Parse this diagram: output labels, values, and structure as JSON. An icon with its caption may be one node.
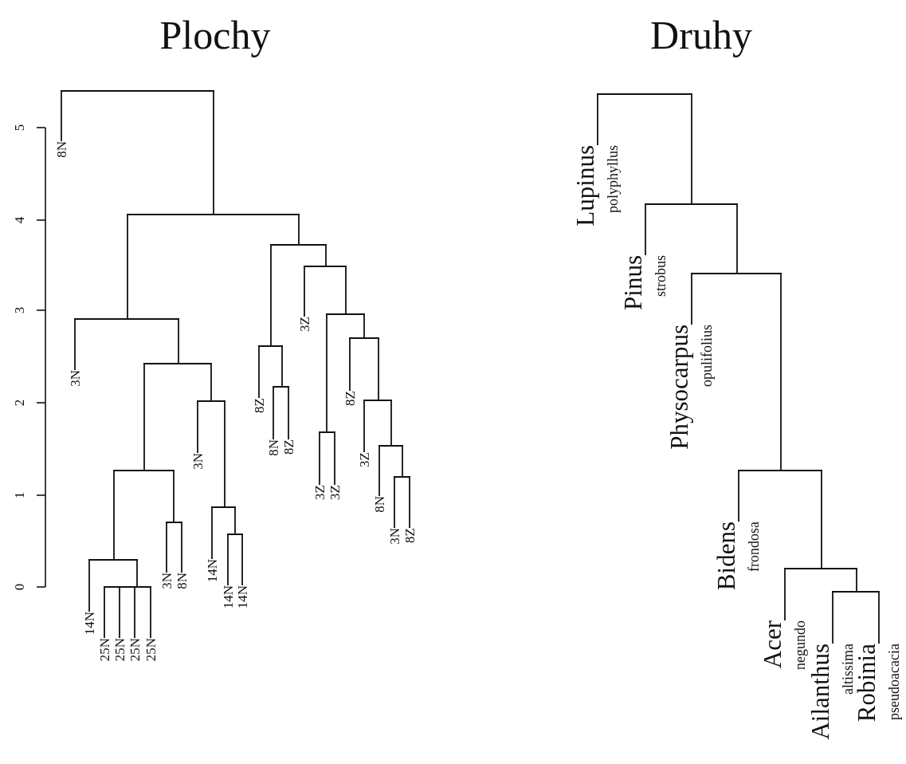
{
  "diagram": {
    "nodes": [
      {
        "text": [
          "8N"
        ]
      },
      {
        "text": [
          "3N"
        ]
      },
      {
        "text": [
          "14N"
        ]
      },
      {
        "text": [
          "25N"
        ]
      },
      {
        "text": [
          "25N"
        ]
      },
      {
        "text": [
          "25N"
        ]
      },
      {
        "text": [
          "25N"
        ]
      },
      {
        "text": [
          "3N"
        ]
      },
      {
        "text": [
          "8N"
        ]
      },
      {
        "text": [
          "3N"
        ]
      },
      {
        "text": [
          "14N"
        ]
      },
      {
        "text": [
          "14N"
        ]
      },
      {
        "text": [
          "14N"
        ]
      },
      {
        "text": [
          "8Z"
        ]
      },
      {
        "text": [
          "8N"
        ]
      },
      {
        "text": [
          "8Z"
        ]
      },
      {
        "text": [
          "3Z"
        ]
      },
      {
        "text": [
          "3Z"
        ]
      },
      {
        "text": [
          "3Z"
        ]
      },
      {
        "text": [
          "8Z"
        ]
      },
      {
        "text": [
          "3Z"
        ]
      },
      {
        "text": [
          "8N"
        ]
      },
      {
        "text": [
          "3N"
        ]
      },
      {
        "text": [
          "8Z"
        ]
      },
      {
        "text": [],
        "shape": "bar"
      },
      {
        "text": [],
        "shape": "bar"
      },
      {
        "text": [],
        "shape": "bar"
      },
      {
        "text": [],
        "shape": "bar"
      },
      {
        "text": [],
        "shape": "bar"
      },
      {
        "text": [],
        "shape": "bar"
      },
      {
        "text": [],
        "shape": "bar"
      },
      {
        "text": [],
        "shape": "bar"
      },
      {
        "text": [],
        "shape": "bar"
      },
      {
        "text": [],
        "shape": "bar"
      },
      {
        "text": [],
        "shape": "bar"
      },
      {
        "text": [],
        "shape": "bar"
      },
      {
        "text": [],
        "shape": "bar"
      },
      {
        "text": [],
        "shape": "bar"
      },
      {
        "text": [],
        "shape": "bar"
      },
      {
        "text": [],
        "shape": "bar"
      },
      {
        "text": [],
        "shape": "bar"
      },
      {
        "text": [],
        "shape": "bar"
      },
      {
        "text": [],
        "shape": "bar"
      },
      {
        "text": [],
        "shape": "bar"
      },
      {
        "text": [],
        "shape": "bar"
      },
      {
        "text": [
          "Lupinus",
          "polyphyllus"
        ]
      },
      {
        "text": [
          "Pinus",
          "strobus"
        ]
      },
      {
        "text": [
          "Physocarpus",
          "opulifolius"
        ]
      },
      {
        "text": [
          "Bidens",
          "frondosa"
        ]
      },
      {
        "text": [
          "Acer",
          "negundo"
        ]
      },
      {
        "text": [
          "Ailanthus",
          "altissima"
        ]
      },
      {
        "text": [
          "Robinia",
          "pseudoacacia"
        ]
      },
      {
        "text": [],
        "shape": "bar"
      },
      {
        "text": [],
        "shape": "bar"
      },
      {
        "text": [],
        "shape": "bar"
      },
      {
        "text": [],
        "shape": "bar"
      },
      {
        "text": [],
        "shape": "bar"
      },
      {
        "text": [],
        "shape": "bar"
      }
    ],
    "edges": [
      {
        "from": 24,
        "to": 0,
        "arrow": "none"
      },
      {
        "from": 24,
        "to": 25,
        "arrow": "none"
      },
      {
        "from": 25,
        "to": 29,
        "arrow": "none"
      },
      {
        "from": 25,
        "to": 26,
        "arrow": "none"
      },
      {
        "from": 26,
        "to": 31,
        "arrow": "none"
      },
      {
        "from": 26,
        "to": 27,
        "arrow": "none"
      },
      {
        "from": 27,
        "to": 16,
        "arrow": "none"
      },
      {
        "from": 27,
        "to": 28,
        "arrow": "none"
      },
      {
        "from": 28,
        "to": 36,
        "arrow": "none"
      },
      {
        "from": 28,
        "to": 30,
        "arrow": "none"
      },
      {
        "from": 29,
        "to": 1,
        "arrow": "none"
      },
      {
        "from": 29,
        "to": 32,
        "arrow": "none"
      },
      {
        "from": 30,
        "to": 19,
        "arrow": "none"
      },
      {
        "from": 30,
        "to": 34,
        "arrow": "none"
      },
      {
        "from": 31,
        "to": 13,
        "arrow": "none"
      },
      {
        "from": 31,
        "to": 33,
        "arrow": "none"
      },
      {
        "from": 32,
        "to": 38,
        "arrow": "none"
      },
      {
        "from": 32,
        "to": 35,
        "arrow": "none"
      },
      {
        "from": 33,
        "to": 14,
        "arrow": "none"
      },
      {
        "from": 33,
        "to": 15,
        "arrow": "none"
      },
      {
        "from": 34,
        "to": 20,
        "arrow": "none"
      },
      {
        "from": 34,
        "to": 37,
        "arrow": "none"
      },
      {
        "from": 35,
        "to": 9,
        "arrow": "none"
      },
      {
        "from": 35,
        "to": 40,
        "arrow": "none"
      },
      {
        "from": 36,
        "to": 17,
        "arrow": "none"
      },
      {
        "from": 36,
        "to": 18,
        "arrow": "none"
      },
      {
        "from": 37,
        "to": 21,
        "arrow": "none"
      },
      {
        "from": 37,
        "to": 39,
        "arrow": "none"
      },
      {
        "from": 38,
        "to": 43,
        "arrow": "none"
      },
      {
        "from": 38,
        "to": 41,
        "arrow": "none"
      },
      {
        "from": 39,
        "to": 22,
        "arrow": "none"
      },
      {
        "from": 39,
        "to": 23,
        "arrow": "none"
      },
      {
        "from": 40,
        "to": 10,
        "arrow": "none"
      },
      {
        "from": 40,
        "to": 42,
        "arrow": "none"
      },
      {
        "from": 41,
        "to": 7,
        "arrow": "none"
      },
      {
        "from": 41,
        "to": 8,
        "arrow": "none"
      },
      {
        "from": 42,
        "to": 11,
        "arrow": "none"
      },
      {
        "from": 42,
        "to": 12,
        "arrow": "none"
      },
      {
        "from": 43,
        "to": 2,
        "arrow": "none"
      },
      {
        "from": 43,
        "to": 44,
        "arrow": "none"
      },
      {
        "from": 44,
        "to": 3,
        "arrow": "none"
      },
      {
        "from": 44,
        "to": 4,
        "arrow": "none"
      },
      {
        "from": 44,
        "to": 5,
        "arrow": "none"
      },
      {
        "from": 44,
        "to": 6,
        "arrow": "none"
      },
      {
        "from": 52,
        "to": 45,
        "arrow": "none"
      },
      {
        "from": 52,
        "to": 53,
        "arrow": "none"
      },
      {
        "from": 53,
        "to": 46,
        "arrow": "none"
      },
      {
        "from": 53,
        "to": 54,
        "arrow": "none"
      },
      {
        "from": 54,
        "to": 47,
        "arrow": "none"
      },
      {
        "from": 54,
        "to": 55,
        "arrow": "none"
      },
      {
        "from": 55,
        "to": 48,
        "arrow": "none"
      },
      {
        "from": 55,
        "to": 56,
        "arrow": "none"
      },
      {
        "from": 56,
        "to": 49,
        "arrow": "none"
      },
      {
        "from": 56,
        "to": 57,
        "arrow": "none"
      },
      {
        "from": 57,
        "to": 50,
        "arrow": "none"
      },
      {
        "from": 57,
        "to": 51,
        "arrow": "none"
      }
    ],
    "labels": [
      "Plochy",
      "Druhy",
      "5",
      "4",
      "3",
      "2",
      "1",
      "0"
    ]
  }
}
